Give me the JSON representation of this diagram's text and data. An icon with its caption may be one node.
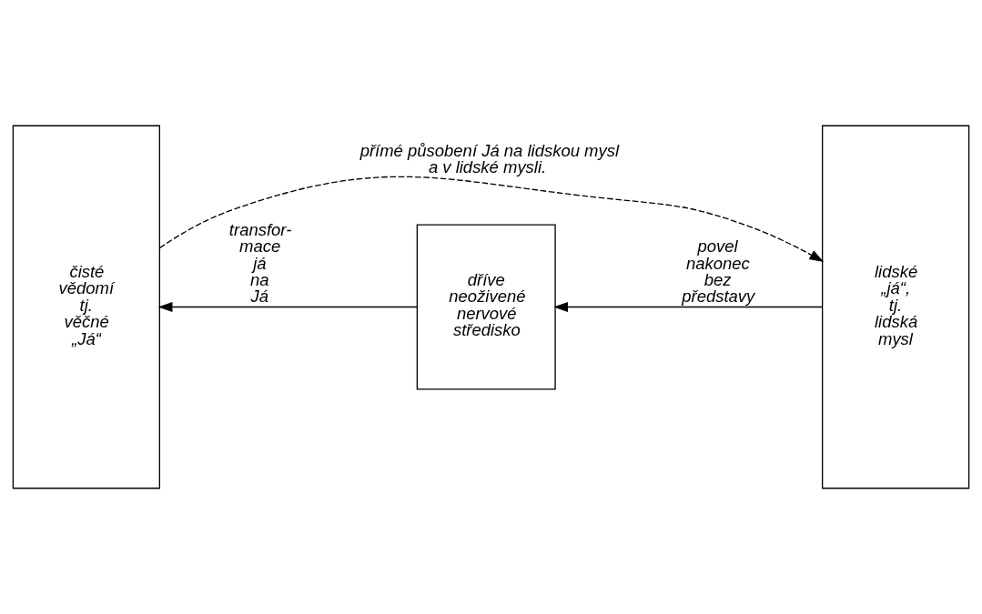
{
  "diagram": {
    "nodes": [
      {
        "text": [
          "čisté vědomí tj. věčné „Já“"
        ]
      },
      {
        "text": [
          "dříve neoživené nervové středisko"
        ]
      },
      {
        "text": [
          "lidské „já“, tj. lidská mysl"
        ]
      }
    ],
    "edges": [
      {
        "from": 1,
        "to": 0,
        "arrow": "to",
        "label": "transfor- mace já na Já"
      },
      {
        "from": 2,
        "to": 1,
        "arrow": "to",
        "label": "povel nakonec bez představy"
      },
      {
        "from": 0,
        "to": 2,
        "arrow": "to",
        "style": "dashed",
        "label": "přímé působení Já na lidskou mysl a v lidské mysli."
      }
    ]
  }
}
